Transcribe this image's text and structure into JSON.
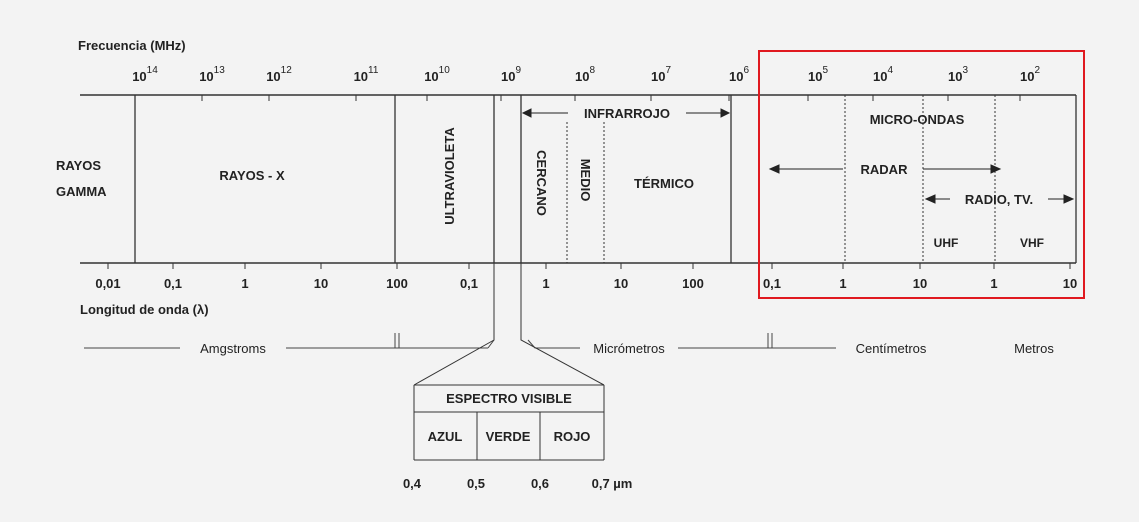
{
  "frequency_axis": {
    "title": "Frecuencia (MHz)",
    "ticks": [
      {
        "base": "10",
        "exp": "14"
      },
      {
        "base": "10",
        "exp": "13"
      },
      {
        "base": "10",
        "exp": "12"
      },
      {
        "base": "10",
        "exp": "11"
      },
      {
        "base": "10",
        "exp": "10"
      },
      {
        "base": "10",
        "exp": "9"
      },
      {
        "base": "10",
        "exp": "8"
      },
      {
        "base": "10",
        "exp": "7"
      },
      {
        "base": "10",
        "exp": "6"
      },
      {
        "base": "10",
        "exp": "5"
      },
      {
        "base": "10",
        "exp": "4"
      },
      {
        "base": "10",
        "exp": "3"
      },
      {
        "base": "10",
        "exp": "2"
      }
    ]
  },
  "bands": {
    "gamma": "RAYOS\nGAMMA",
    "xray": "RAYOS - X",
    "ultraviolet": "ULTRAVIOLETA",
    "infrared": "INFRARROJO",
    "ir_near": "CERCANO",
    "ir_medium": "MEDIO",
    "ir_thermal": "TÉRMICO",
    "microwave": "MICRO-ONDAS",
    "radar": "RADAR",
    "radio_tv": "RADIO, TV.",
    "uhf": "UHF",
    "vhf": "VHF"
  },
  "wavelength_axis": {
    "title": "Longitud de onda (λ)",
    "ticks": [
      "0,01",
      "0,1",
      "1",
      "10",
      "100",
      "0,1",
      "1",
      "10",
      "100",
      "0,1",
      "1",
      "10",
      "1",
      "10"
    ]
  },
  "units": {
    "angstroms": "Amgstroms",
    "micrometers": "Micrómetros",
    "centimeters": "Centímetros",
    "meters": "Metros"
  },
  "visible_spectrum": {
    "title": "ESPECTRO VISIBLE",
    "colors": [
      "AZUL",
      "VERDE",
      "ROJO"
    ],
    "ticks": [
      "0,4",
      "0,5",
      "0,6",
      "0,7 µm"
    ]
  },
  "highlight_color": "#e0191f"
}
